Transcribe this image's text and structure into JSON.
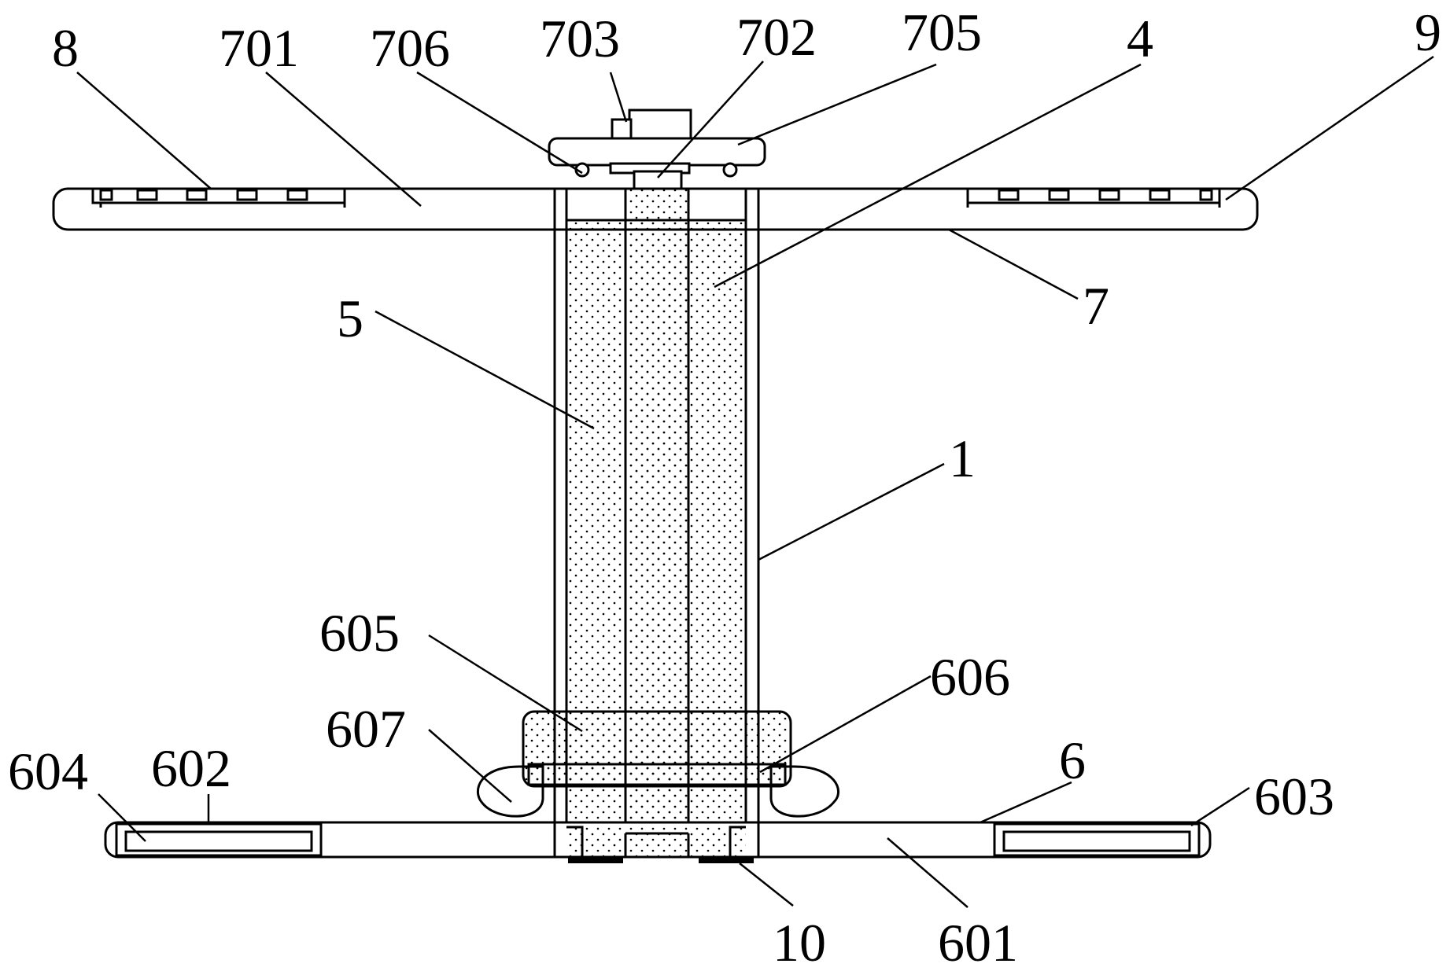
{
  "figure": {
    "labels": [
      {
        "id": "8",
        "text": "8"
      },
      {
        "id": "701",
        "text": "701"
      },
      {
        "id": "706",
        "text": "706"
      },
      {
        "id": "703",
        "text": "703"
      },
      {
        "id": "702",
        "text": "702"
      },
      {
        "id": "705",
        "text": "705"
      },
      {
        "id": "4",
        "text": "4"
      },
      {
        "id": "9",
        "text": "9"
      },
      {
        "id": "7",
        "text": "7"
      },
      {
        "id": "5",
        "text": "5"
      },
      {
        "id": "1",
        "text": "1"
      },
      {
        "id": "605",
        "text": "605"
      },
      {
        "id": "606",
        "text": "606"
      },
      {
        "id": "607",
        "text": "607"
      },
      {
        "id": "604",
        "text": "604"
      },
      {
        "id": "602",
        "text": "602"
      },
      {
        "id": "6",
        "text": "6"
      },
      {
        "id": "603",
        "text": "603"
      },
      {
        "id": "10",
        "text": "10"
      },
      {
        "id": "601",
        "text": "601"
      }
    ]
  }
}
